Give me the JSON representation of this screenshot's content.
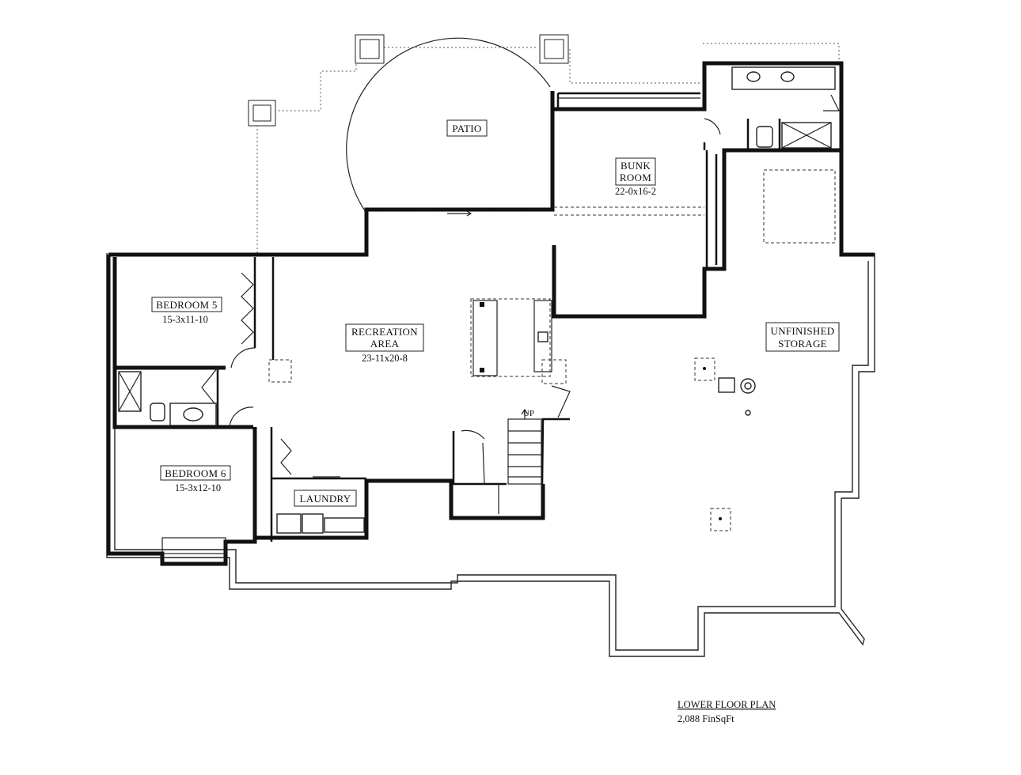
{
  "rooms": {
    "patio": {
      "label": "PATIO"
    },
    "bunk_room": {
      "label_line1": "BUNK",
      "label_line2": "ROOM",
      "dims": "22-0x16-2"
    },
    "recreation": {
      "label_line1": "RECREATION",
      "label_line2": "AREA",
      "dims": "23-11x20-8"
    },
    "bedroom5": {
      "label": "BEDROOM 5",
      "dims": "15-3x11-10"
    },
    "bedroom6": {
      "label": "BEDROOM 6",
      "dims": "15-3x12-10"
    },
    "laundry": {
      "label": "LAUNDRY"
    },
    "storage": {
      "label_line1": "UNFINISHED",
      "label_line2": "STORAGE"
    }
  },
  "stairs": {
    "label": "UP"
  },
  "plan_title": {
    "name": "LOWER FLOOR PLAN",
    "area": "2,088 FinSqFt"
  }
}
